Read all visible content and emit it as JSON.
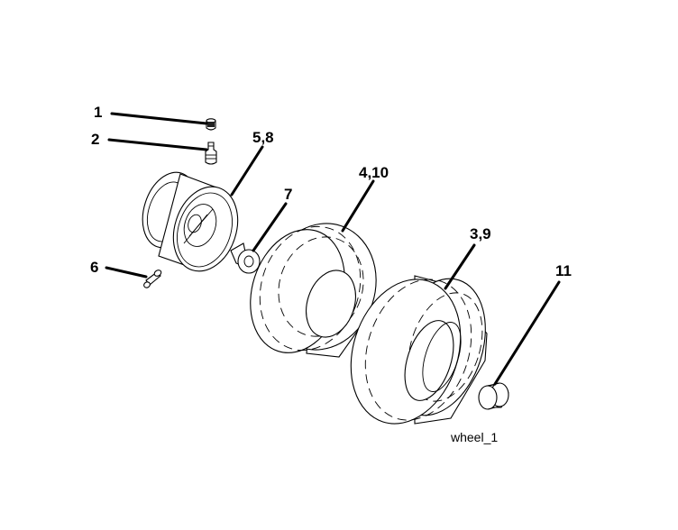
{
  "callouts": {
    "c1": "1",
    "c2": "2",
    "c58": "5,8",
    "c410": "4,10",
    "c7": "7",
    "c39": "3,9",
    "c6": "6",
    "c11": "11"
  },
  "caption": "wheel_1"
}
